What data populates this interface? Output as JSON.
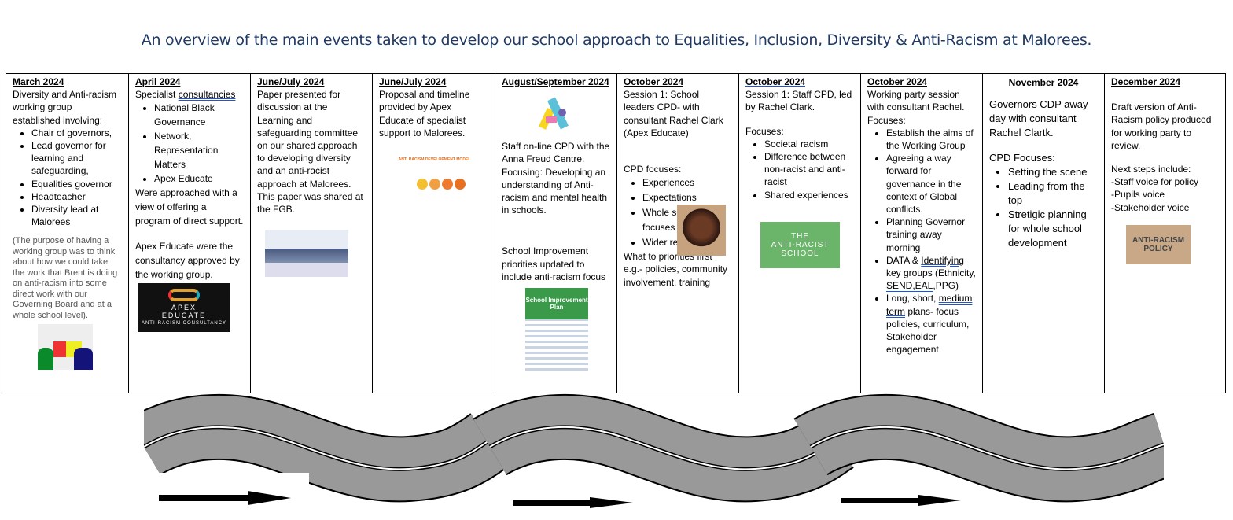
{
  "title": "An overview of the main events taken to develop our school approach to Equalities, Inclusion, Diversity & Anti-Racism at Malorees.",
  "columns": [
    {
      "heading": "March 2024",
      "intro": "Diversity and Anti-racism working group established involving:",
      "bullets": [
        "Chair of governors,",
        "Lead governor for learning and safeguarding,",
        "Equalities governor",
        "Headteacher",
        "Diversity lead at Malorees"
      ],
      "note": "(The purpose of having a working group was to think about how we could take the work that Brent is doing on anti-racism into some direct work with our Governing Board and at a whole school level)."
    },
    {
      "heading": "April 2024",
      "intro_a": "Specialist ",
      "intro_b": "consultancies",
      "bullets": [
        "National Black Governance",
        "Network, Representation Matters",
        "Apex Educate"
      ],
      "text1": "Were approached with a view of offering a program of direct support.",
      "text2": "Apex Educate were the consultancy approved by the working group.",
      "logo": {
        "line1": "APEX",
        "line2": "EDUCATE",
        "line3": "ANTI-RACISM CONSULTANCY"
      }
    },
    {
      "heading": "June/July 2024",
      "text": "Paper presented for discussion at the Learning and safeguarding committee on our shared approach to developing diversity and an anti-racist approach at Malorees. This paper was shared at the FGB."
    },
    {
      "heading": "June/July 2024",
      "text": "Proposal and timeline provided by Apex Educate of specialist support to Malorees.",
      "diagram_title": "ANTI RACISM DEVELOPMENT MODEL"
    },
    {
      "heading": "August/September 2024",
      "text1": "Staff on-line CPD with the Anna Freud Centre. Focusing: Developing an understanding of Anti-racism and mental health in schools.",
      "text2": "School Improvement priorities updated to include anti-racism focus",
      "sip_label": "School Improvement Plan"
    },
    {
      "heading": "October 2024",
      "text": "Session 1: School leaders CPD- with consultant Rachel Clark (Apex Educate)",
      "sub": "CPD focuses:",
      "bullets": [
        "Experiences",
        "Expectations",
        "Whole school focuses",
        "Wider reading"
      ],
      "text2": "What to priorities first e.g.- policies, community involvement, training"
    },
    {
      "heading": "October  2024",
      "text": "Session 1: Staff CPD, led by Rachel Clark.",
      "sub": "Focuses:",
      "bullets": [
        "Societal racism",
        "Difference between non-racist and anti-racist",
        "Shared experiences"
      ],
      "logo": {
        "line1": "THE",
        "line2": "ANTI-RACIST",
        "line3": "SCHOOL"
      }
    },
    {
      "heading": "October 2024",
      "text": "Working party session with consultant Rachel.",
      "sub": "Focuses:",
      "b1": "Establish the aims of the Working Group",
      "b2": "Agreeing a way forward for governance in the context of Global conflicts.",
      "b3": "Planning Governor training away morning",
      "b4a": "DATA & ",
      "b4b": "Identifying",
      "b4c": " key groups (Ethnicity, ",
      "b4d": "SEND,EAL",
      "b4e": ",PPG)",
      "b5a": "Long, short, ",
      "b5b": "medium term",
      "b5c": " plans- focus policies, curriculum, Stakeholder engagement"
    },
    {
      "heading": "November 2024",
      "text": "Governors CDP away day with consultant Rachel Clartk.",
      "sub": "CPD Focuses:",
      "bullets": [
        "Setting the scene",
        "Leading from the top",
        "Stretigic planning for whole school development"
      ]
    },
    {
      "heading": "December 2024",
      "text": "Draft version of Anti-Racism policy produced for working party to review.",
      "sub": "Next steps include:",
      "steps": [
        "-Staff voice for policy",
        "-Pupils voice",
        "-Stakeholder voice"
      ],
      "sign": "ANTI-RACISM POLICY"
    }
  ],
  "colors": {
    "title": "#1f3864",
    "road": "#999999",
    "apex_bg": "#111111",
    "anti_racist_green": "#6bb56b"
  }
}
